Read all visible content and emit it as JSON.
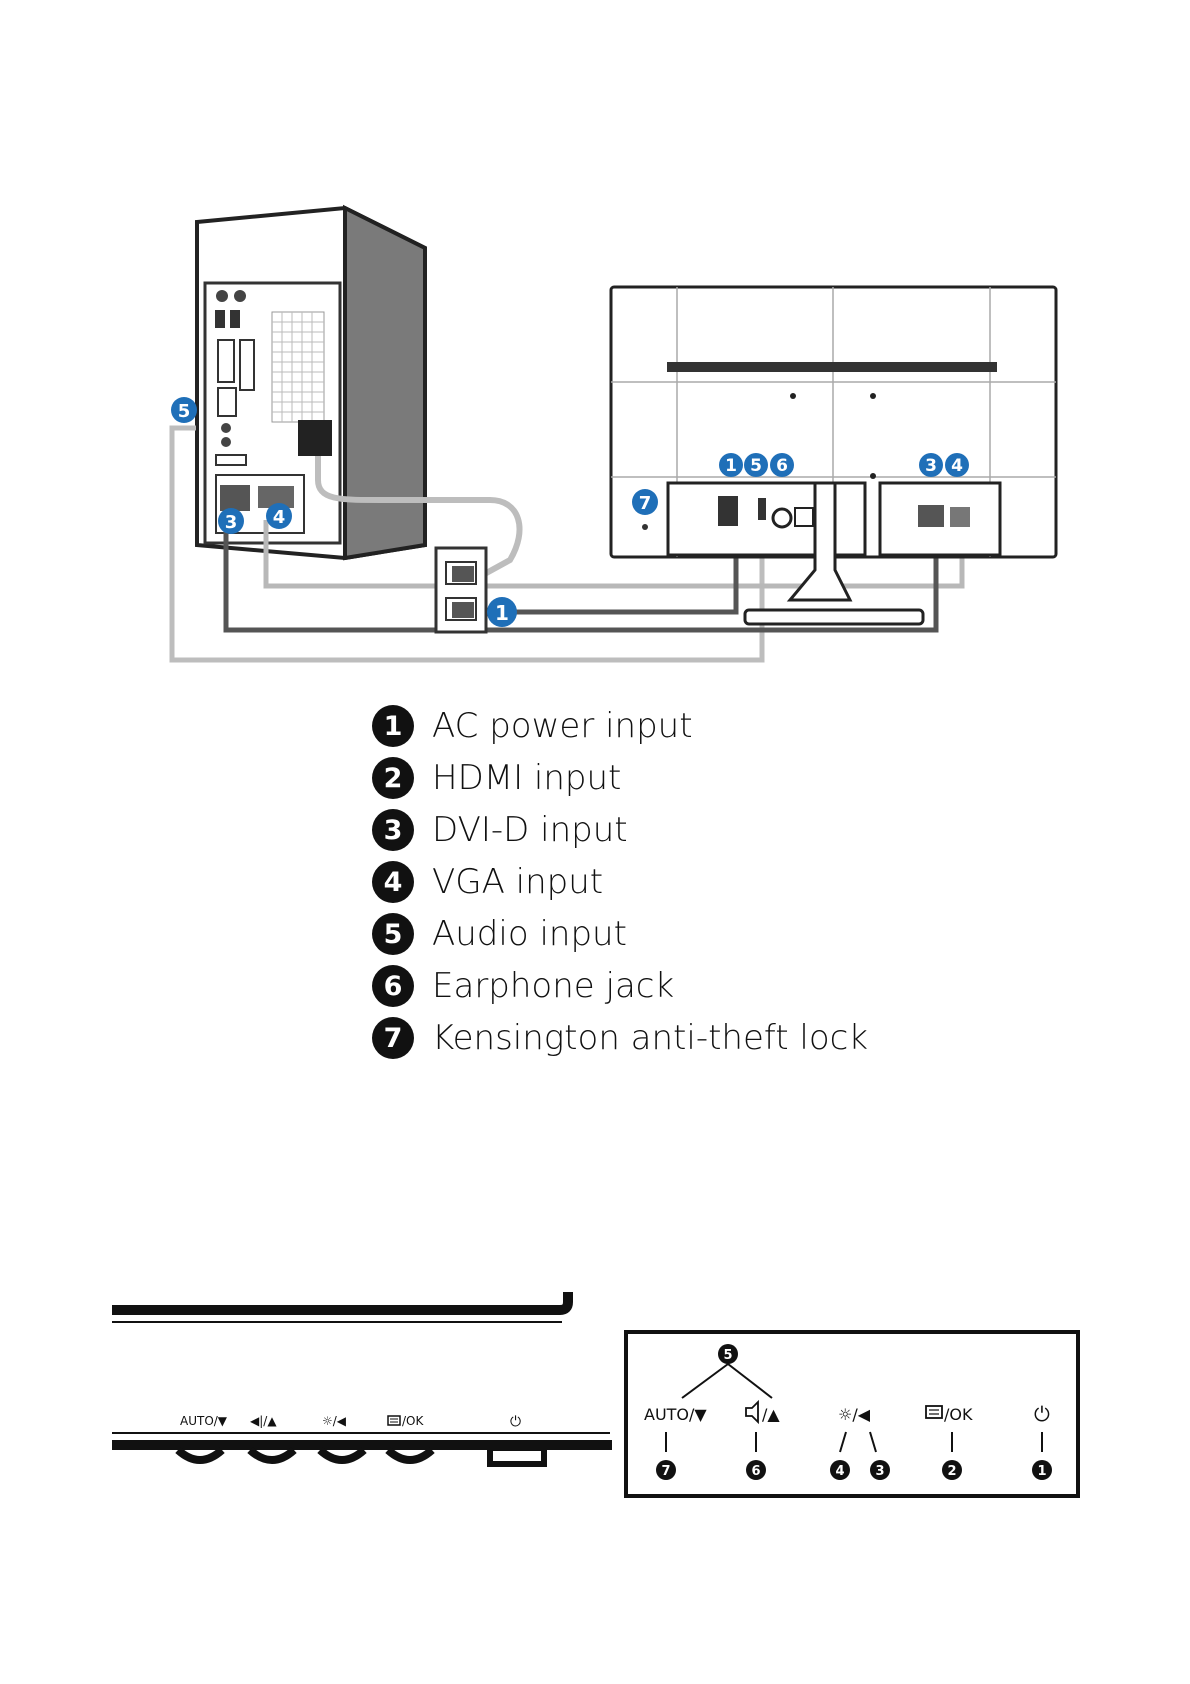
{
  "callout_markers": {
    "pc_audio": "5",
    "pc_dvi": "3",
    "pc_vga": "4",
    "wall_power": "1",
    "monitor_power": "1",
    "monitor_audio": "5",
    "monitor_earphone": "6",
    "monitor_dvi": "3",
    "monitor_vga": "4",
    "monitor_lock": "7"
  },
  "legend": [
    {
      "num": "1",
      "label": "AC power input"
    },
    {
      "num": "2",
      "label": "HDMI input"
    },
    {
      "num": "3",
      "label": "DVI-D input"
    },
    {
      "num": "4",
      "label": "VGA input"
    },
    {
      "num": "5",
      "label": "Audio input"
    },
    {
      "num": "6",
      "label": "Earphone jack"
    },
    {
      "num": "7",
      "label": "Kensington anti-theft lock"
    }
  ],
  "bezel_buttons": {
    "auto": "AUTO/▼",
    "volume": "◀|/▲",
    "brightness": "☼/◀",
    "menu": "/OK",
    "power": "⏻"
  },
  "button_panel": {
    "top_marker": "5",
    "auto_label": "AUTO/▼",
    "volume_label": "/▲",
    "brightness_label": "☼/◀",
    "menu_label": "/OK",
    "power_label": "⏻",
    "markers": [
      "7",
      "6",
      "4",
      "3",
      "2",
      "1"
    ]
  },
  "colors": {
    "callout_blue": "#1f6fb8",
    "cable_dark": "#555555",
    "cable_light": "#bdbdbd",
    "legend_marker": "#111111"
  }
}
